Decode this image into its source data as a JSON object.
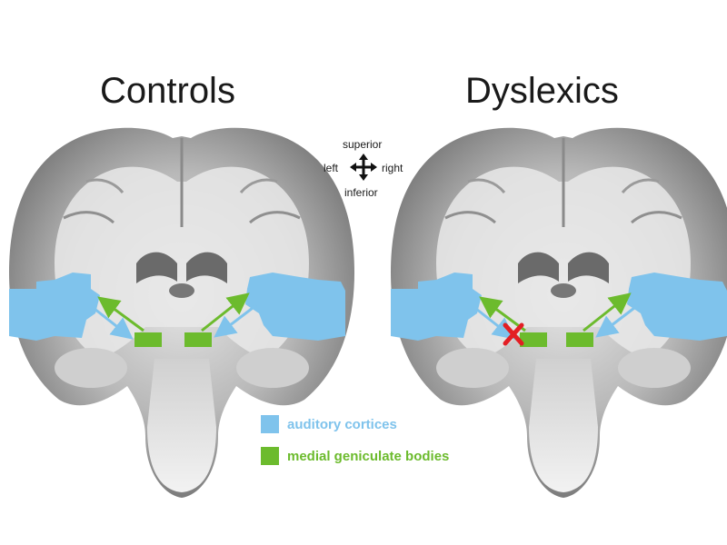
{
  "panels": {
    "left_title": "Controls",
    "right_title": "Dyslexics"
  },
  "orientation": {
    "superior": "superior",
    "inferior": "inferior",
    "left": "left",
    "right": "right"
  },
  "legend": [
    {
      "label": "auditory cortices",
      "color": "#7fc3ec"
    },
    {
      "label": "medial geniculate bodies",
      "color": "#6cbb2d"
    }
  ],
  "colors": {
    "auditory": "#7fc3ec",
    "geniculate": "#6cbb2d",
    "arrow_blue": "#7fc3ec",
    "arrow_green": "#6cbb2d",
    "disconnect_mark": "#e31e24",
    "brain_gray": "#9a9a9a"
  },
  "annotations": {
    "disconnect_panel": "Dyslexics",
    "disconnect_symbol": "red-x"
  }
}
